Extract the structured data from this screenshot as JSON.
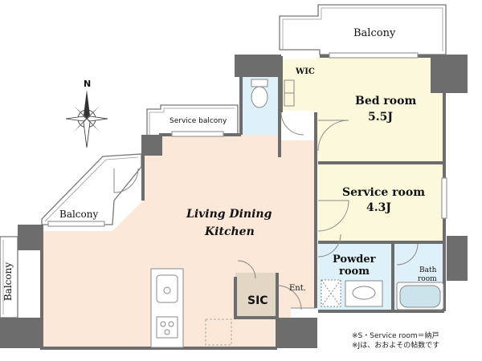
{
  "compass": {
    "north_label": "N"
  },
  "rooms": {
    "ldk_line1": "Living Dining",
    "ldk_line2": "Kitchen",
    "bedroom_name": "Bed room",
    "bedroom_size": "5.5J",
    "service_room_name": "Service room",
    "service_room_size": "4.3J",
    "powder_line1": "Powder",
    "powder_line2": "room",
    "bath_line1": "Bath",
    "bath_line2": "room",
    "wic": "WIC",
    "sic": "SIC",
    "entrance": "Ent."
  },
  "balconies": {
    "top": "Balcony",
    "service": "Service balcony",
    "left": "Balcony",
    "vertical": "Balcony"
  },
  "notes": {
    "line1": "※S・Service room＝納戸",
    "line2": "※Jは、おおよその帖数です"
  },
  "colors": {
    "ldk": "#fbe8d8",
    "bedroom": "#fbf8dc",
    "wet": "#dff1f8",
    "sic": "#e2d7c4",
    "wall": "#6d6d6d"
  }
}
